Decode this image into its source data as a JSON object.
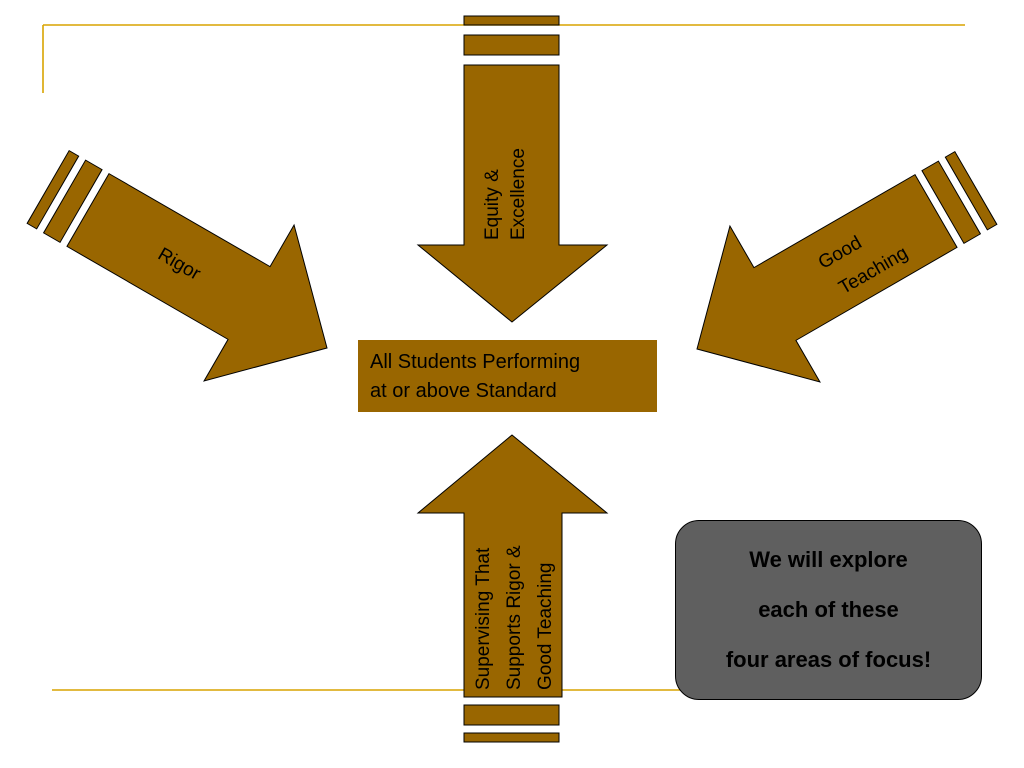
{
  "slide": {
    "colors": {
      "arrow_fill": "#996600",
      "frame_line": "#D9A400",
      "callout_bg": "#5F5F5F",
      "text": "#000000"
    },
    "arrows": {
      "top": {
        "lines": [
          "Equity &",
          "Excellence"
        ],
        "direction": "down"
      },
      "left": {
        "lines": [
          "Rigor"
        ],
        "direction": "down-right"
      },
      "right": {
        "lines": [
          "Good",
          "Teaching"
        ],
        "direction": "down-left"
      },
      "bottom": {
        "lines": [
          "Supervising That",
          "Supports  Rigor &",
          "Good Teaching"
        ],
        "direction": "up"
      }
    },
    "center": {
      "lines": [
        "All Students Performing",
        "at or above Standard"
      ]
    },
    "callout": {
      "lines": [
        "We will explore",
        "each of these",
        "four areas of focus!"
      ]
    }
  }
}
